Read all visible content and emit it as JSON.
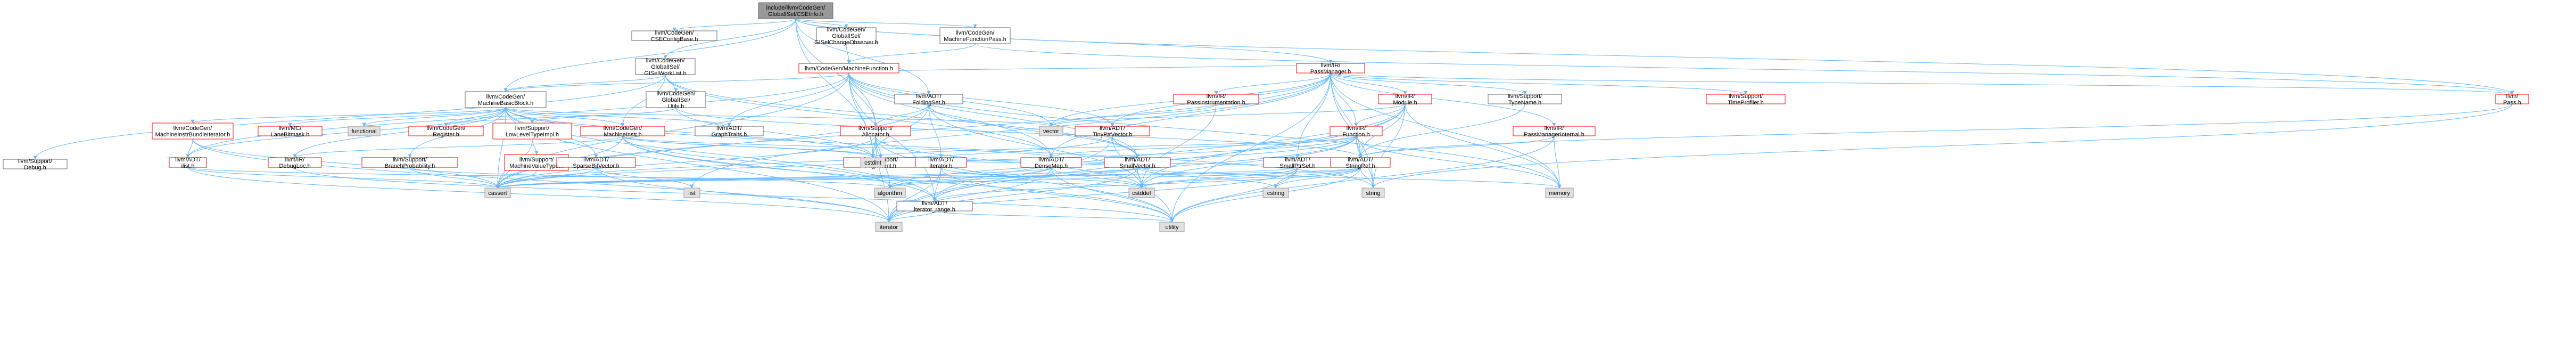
{
  "colors": {
    "root_fill": "#999999",
    "normal_fill": "#ffffff",
    "normal_border": "#666666",
    "red_border": "#ff0000",
    "system_fill": "#e0e0e0",
    "system_border": "#999999",
    "edge": "#63b8ff",
    "text": "#000000"
  },
  "nodes": [
    {
      "id": "root",
      "label": "include/llvm/CodeGen/GlobalISel/CSEInfo.h",
      "style": "root"
    },
    {
      "id": "csecfg",
      "label": "llvm/CodeGen/CSEConfigBase.h",
      "style": "normal"
    },
    {
      "id": "gisco",
      "label": "llvm/CodeGen/GlobalISel/GISelChangeObserver.h",
      "style": "normal"
    },
    {
      "id": "mfp",
      "label": "llvm/CodeGen/MachineFunctionPass.h",
      "style": "normal"
    },
    {
      "id": "gwl",
      "label": "llvm/CodeGen/GlobalISel/GISelWorkList.h",
      "style": "normal"
    },
    {
      "id": "mf",
      "label": "llvm/CodeGen/MachineFunction.h",
      "style": "red"
    },
    {
      "id": "pm",
      "label": "llvm/IR/PassManager.h",
      "style": "red"
    },
    {
      "id": "pass",
      "label": "llvm/Pass.h",
      "style": "red"
    },
    {
      "id": "mbb",
      "label": "llvm/CodeGen/MachineBasicBlock.h",
      "style": "normal"
    },
    {
      "id": "gisutils",
      "label": "llvm/CodeGen/GlobalISel/Utils.h",
      "style": "normal"
    },
    {
      "id": "folding",
      "label": "llvm/ADT/FoldingSet.h",
      "style": "normal"
    },
    {
      "id": "passinstr",
      "label": "llvm/IR/PassInstrumentation.h",
      "style": "red"
    },
    {
      "id": "irmodule",
      "label": "llvm/IR/Module.h",
      "style": "red"
    },
    {
      "id": "typename",
      "label": "llvm/Support/TypeName.h",
      "style": "normal"
    },
    {
      "id": "timeprof",
      "label": "llvm/Support/TimeProfiler.h",
      "style": "red"
    },
    {
      "id": "mibi",
      "label": "llvm/CodeGen/MachineInstrBundleIterator.h",
      "style": "red"
    },
    {
      "id": "lanebit",
      "label": "llvm/MC/LaneBitmask.h",
      "style": "red"
    },
    {
      "id": "functional",
      "label": "functional",
      "style": "system"
    },
    {
      "id": "register",
      "label": "llvm/CodeGen/Register.h",
      "style": "red"
    },
    {
      "id": "lowlevel",
      "label": "llvm/Support/LowLevelTypeImpl.h",
      "style": "red"
    },
    {
      "id": "minstr",
      "label": "llvm/CodeGen/MachineInstr.h",
      "style": "red"
    },
    {
      "id": "graphtraits",
      "label": "llvm/ADT/GraphTraits.h",
      "style": "normal"
    },
    {
      "id": "allocator",
      "label": "llvm/Support/Allocator.h",
      "style": "red"
    },
    {
      "id": "tinyptr",
      "label": "llvm/ADT/TinyPtrVector.h",
      "style": "red"
    },
    {
      "id": "irfunction",
      "label": "llvm/IR/Function.h",
      "style": "red"
    },
    {
      "id": "pmi",
      "label": "llvm/IR/PassManagerInternal.h",
      "style": "red"
    },
    {
      "id": "debug",
      "label": "llvm/Support/Debug.h",
      "style": "normal"
    },
    {
      "id": "ilist",
      "label": "llvm/ADT/ilist.h",
      "style": "red"
    },
    {
      "id": "debugloc",
      "label": "llvm/IR/DebugLoc.h",
      "style": "red"
    },
    {
      "id": "branchprob",
      "label": "llvm/Support/BranchProbability.h",
      "style": "red"
    },
    {
      "id": "mvt",
      "label": "llvm/Support/MachineValueType.h",
      "style": "red"
    },
    {
      "id": "sparsebit",
      "label": "llvm/ADT/SparseBitVector.h",
      "style": "red"
    },
    {
      "id": "alignment",
      "label": "llvm/Support/Alignment.h",
      "style": "red"
    },
    {
      "id": "iterator",
      "label": "llvm/ADT/iterator.h",
      "style": "red"
    },
    {
      "id": "densemap",
      "label": "llvm/ADT/DenseMap.h",
      "style": "red"
    },
    {
      "id": "smallvector",
      "label": "llvm/ADT/SmallVector.h",
      "style": "red"
    },
    {
      "id": "smallptrset",
      "label": "llvm/ADT/SmallPtrSet.h",
      "style": "red"
    },
    {
      "id": "stringref",
      "label": "llvm/ADT/StringRef.h",
      "style": "red"
    },
    {
      "id": "vector",
      "label": "vector",
      "style": "system"
    },
    {
      "id": "cstdint",
      "label": "cstdint",
      "style": "system"
    },
    {
      "id": "cassert",
      "label": "cassert",
      "style": "system"
    },
    {
      "id": "list",
      "label": "list",
      "style": "system"
    },
    {
      "id": "algorithm",
      "label": "algorithm",
      "style": "system"
    },
    {
      "id": "iterrange",
      "label": "llvm/ADT/iterator_range.h",
      "style": "normal"
    },
    {
      "id": "cstddef",
      "label": "cstddef",
      "style": "system"
    },
    {
      "id": "cstring",
      "label": "cstring",
      "style": "system"
    },
    {
      "id": "string",
      "label": "string",
      "style": "system"
    },
    {
      "id": "memory",
      "label": "memory",
      "style": "system"
    },
    {
      "id": "iterator_sys",
      "label": "iterator",
      "style": "system"
    },
    {
      "id": "utility",
      "label": "utility",
      "style": "system"
    }
  ],
  "edges": [
    [
      "root",
      "csecfg"
    ],
    [
      "root",
      "gisco"
    ],
    [
      "root",
      "mfp"
    ],
    [
      "root",
      "gwl"
    ],
    [
      "root",
      "pm"
    ],
    [
      "root",
      "pass"
    ],
    [
      "root",
      "mbb"
    ],
    [
      "root",
      "allocator"
    ],
    [
      "root",
      "folding"
    ],
    [
      "root",
      "cstdint"
    ],
    [
      "gisco",
      "mf"
    ],
    [
      "mfp",
      "mf"
    ],
    [
      "mfp",
      "pass"
    ],
    [
      "gwl",
      "mbb"
    ],
    [
      "gwl",
      "gisutils"
    ],
    [
      "gwl",
      "debug"
    ],
    [
      "gwl",
      "smallvector"
    ],
    [
      "gwl",
      "densemap"
    ],
    [
      "gwl",
      "minstr"
    ],
    [
      "mf",
      "mbb"
    ],
    [
      "mf",
      "pm"
    ],
    [
      "mf",
      "ilist"
    ],
    [
      "mf",
      "allocator"
    ],
    [
      "mf",
      "graphtraits"
    ],
    [
      "mf",
      "iterrange"
    ],
    [
      "mf",
      "tinyptr"
    ],
    [
      "mf",
      "smallvector"
    ],
    [
      "mf",
      "vector"
    ],
    [
      "mf",
      "cstdint"
    ],
    [
      "mf",
      "cassert"
    ],
    [
      "mf",
      "densemap"
    ],
    [
      "mf",
      "memory"
    ],
    [
      "pm",
      "passinstr"
    ],
    [
      "pm",
      "irmodule"
    ],
    [
      "pm",
      "typename"
    ],
    [
      "pm",
      "timeprof"
    ],
    [
      "pm",
      "pmi"
    ],
    [
      "pm",
      "pass"
    ],
    [
      "pm",
      "irfunction"
    ],
    [
      "pm",
      "densemap"
    ],
    [
      "pm",
      "smallptrset"
    ],
    [
      "pm",
      "stringref"
    ],
    [
      "pm",
      "tinyptr"
    ],
    [
      "pm",
      "vector"
    ],
    [
      "pm",
      "list"
    ],
    [
      "pm",
      "memory"
    ],
    [
      "pm",
      "utility"
    ],
    [
      "pm",
      "string"
    ],
    [
      "pm",
      "cassert"
    ],
    [
      "pass",
      "stringref"
    ],
    [
      "pass",
      "string"
    ],
    [
      "mbb",
      "mibi"
    ],
    [
      "mbb",
      "lanebit"
    ],
    [
      "mbb",
      "functional"
    ],
    [
      "mbb",
      "register"
    ],
    [
      "mbb",
      "lowlevel"
    ],
    [
      "mbb",
      "minstr"
    ],
    [
      "mbb",
      "graphtraits"
    ],
    [
      "mbb",
      "sparsebit"
    ],
    [
      "mbb",
      "ilist"
    ],
    [
      "mbb",
      "debugloc"
    ],
    [
      "mbb",
      "branchprob"
    ],
    [
      "mbb",
      "iterrange"
    ],
    [
      "mbb",
      "cassert"
    ],
    [
      "mbb",
      "cstdint"
    ],
    [
      "mbb",
      "iterator_sys"
    ],
    [
      "mbb",
      "string"
    ],
    [
      "mbb",
      "vector"
    ],
    [
      "gisutils",
      "lowlevel"
    ],
    [
      "gisutils",
      "register"
    ],
    [
      "gisutils",
      "stringref"
    ],
    [
      "gisutils",
      "cstdint"
    ],
    [
      "folding",
      "allocator"
    ],
    [
      "folding",
      "iterator"
    ],
    [
      "folding",
      "smallvector"
    ],
    [
      "folding",
      "cassert"
    ],
    [
      "folding",
      "cstddef"
    ],
    [
      "folding",
      "cstdint"
    ],
    [
      "folding",
      "type"
    ],
    [
      "passinstr",
      "cstddef"
    ],
    [
      "passinstr",
      "vector"
    ],
    [
      "irmodule",
      "irfunction"
    ],
    [
      "irmodule",
      "iterrange"
    ],
    [
      "irmodule",
      "stringref"
    ],
    [
      "irmodule",
      "cstddef"
    ],
    [
      "irmodule",
      "iterator_sys"
    ],
    [
      "irmodule",
      "memory"
    ],
    [
      "irmodule",
      "string"
    ],
    [
      "irmodule",
      "vector"
    ],
    [
      "typename",
      "stringref"
    ],
    [
      "pmi",
      "stringref"
    ],
    [
      "pmi",
      "memory"
    ],
    [
      "pmi",
      "utility"
    ],
    [
      "mibi",
      "ilist"
    ],
    [
      "mibi",
      "cassert"
    ],
    [
      "mibi",
      "iterator_sys"
    ],
    [
      "lowlevel",
      "mvt"
    ],
    [
      "lowlevel",
      "cassert"
    ],
    [
      "minstr",
      "densemap"
    ],
    [
      "minstr",
      "iterrange"
    ],
    [
      "minstr",
      "debugloc"
    ],
    [
      "minstr",
      "alignment"
    ],
    [
      "minstr",
      "algorithm"
    ],
    [
      "minstr",
      "cassert"
    ],
    [
      "minstr",
      "cstdint"
    ],
    [
      "minstr",
      "utility"
    ],
    [
      "allocator",
      "alignment"
    ],
    [
      "allocator",
      "cassert"
    ],
    [
      "allocator",
      "algorithm"
    ],
    [
      "allocator",
      "cstddef"
    ],
    [
      "allocator",
      "cstdint"
    ],
    [
      "allocator",
      "iterator_sys"
    ],
    [
      "allocator",
      "utility"
    ],
    [
      "tinyptr",
      "smallvector"
    ],
    [
      "tinyptr",
      "cassert"
    ],
    [
      "tinyptr",
      "cstddef"
    ],
    [
      "tinyptr",
      "iterator_sys"
    ],
    [
      "irfunction",
      "stringref"
    ],
    [
      "irfunction",
      "densemap"
    ],
    [
      "irfunction",
      "iterrange"
    ],
    [
      "irfunction",
      "algorithm"
    ],
    [
      "irfunction",
      "cassert"
    ],
    [
      "irfunction",
      "cstddef"
    ],
    [
      "irfunction",
      "cstdint"
    ],
    [
      "irfunction",
      "memory"
    ],
    [
      "irfunction",
      "string"
    ],
    [
      "ilist",
      "cassert"
    ],
    [
      "ilist",
      "cstddef"
    ],
    [
      "ilist",
      "iterator_sys"
    ],
    [
      "debugloc",
      "utility"
    ],
    [
      "branchprob",
      "algorithm"
    ],
    [
      "branchprob",
      "cassert"
    ],
    [
      "mvt",
      "cassert"
    ],
    [
      "sparsebit",
      "list"
    ],
    [
      "sparsebit",
      "cassert"
    ],
    [
      "sparsebit",
      "iterator_sys"
    ],
    [
      "iterator",
      "iterrange"
    ],
    [
      "iterator",
      "cstddef"
    ],
    [
      "iterator",
      "iterator_sys"
    ],
    [
      "iterator",
      "utility"
    ],
    [
      "densemap",
      "cassert"
    ],
    [
      "densemap",
      "algorithm"
    ],
    [
      "densemap",
      "cstddef"
    ],
    [
      "densemap",
      "iterator_sys"
    ],
    [
      "densemap",
      "utility"
    ],
    [
      "smallvector",
      "cassert"
    ],
    [
      "smallvector",
      "algorithm"
    ],
    [
      "smallvector",
      "cstddef"
    ],
    [
      "smallvector",
      "cstdint"
    ],
    [
      "smallvector",
      "cstring"
    ],
    [
      "smallvector",
      "iterator_sys"
    ],
    [
      "smallvector",
      "memory"
    ],
    [
      "smallvector",
      "utility"
    ],
    [
      "smallptrset",
      "iterator",
      "x"
    ],
    [
      "smallptrset",
      "cassert"
    ],
    [
      "smallptrset",
      "cstddef"
    ],
    [
      "smallptrset",
      "cstring"
    ],
    [
      "smallptrset",
      "iterator_sys"
    ],
    [
      "smallptrset",
      "utility"
    ],
    [
      "stringref",
      "iterrange"
    ],
    [
      "stringref",
      "algorithm"
    ],
    [
      "stringref",
      "cassert"
    ],
    [
      "stringref",
      "cstddef"
    ],
    [
      "stringref",
      "cstring"
    ],
    [
      "stringref",
      "string"
    ],
    [
      "stringref",
      "utility"
    ],
    [
      "iterrange",
      "utility"
    ],
    [
      "iterrange",
      "iterator_sys"
    ]
  ]
}
